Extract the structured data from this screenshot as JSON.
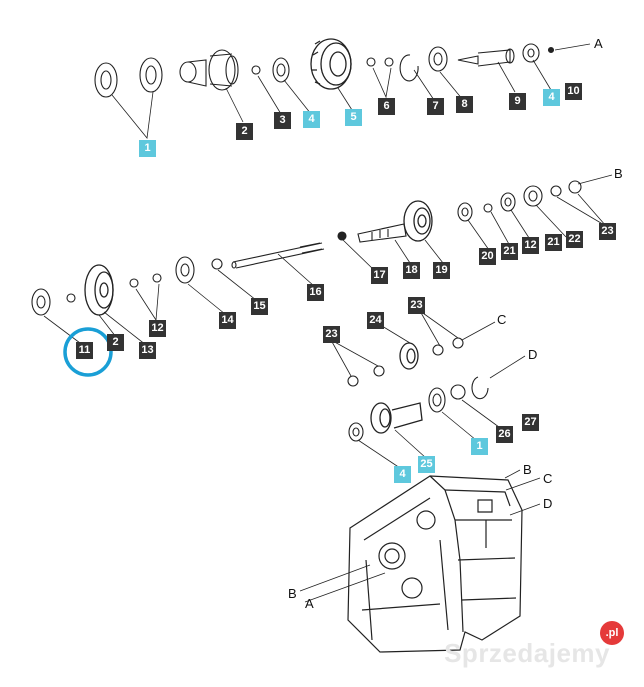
{
  "diagram": {
    "callouts": [
      {
        "id": "c1a",
        "text": "1",
        "accent": true
      },
      {
        "id": "c2a",
        "text": "2",
        "accent": false
      },
      {
        "id": "c3",
        "text": "3",
        "accent": false
      },
      {
        "id": "c4a",
        "text": "4",
        "accent": true
      },
      {
        "id": "c5",
        "text": "5",
        "accent": true
      },
      {
        "id": "c6",
        "text": "6",
        "accent": false
      },
      {
        "id": "c7",
        "text": "7",
        "accent": false
      },
      {
        "id": "c8",
        "text": "8",
        "accent": false
      },
      {
        "id": "c9",
        "text": "9",
        "accent": false
      },
      {
        "id": "c4b",
        "text": "4",
        "accent": true
      },
      {
        "id": "c10",
        "text": "10",
        "accent": false
      },
      {
        "id": "c20",
        "text": "20",
        "accent": false
      },
      {
        "id": "c21a",
        "text": "21",
        "accent": false
      },
      {
        "id": "c12a",
        "text": "12",
        "accent": false
      },
      {
        "id": "c21b",
        "text": "21",
        "accent": false
      },
      {
        "id": "c22",
        "text": "22",
        "accent": false
      },
      {
        "id": "c23a",
        "text": "23",
        "accent": false
      },
      {
        "id": "c19",
        "text": "19",
        "accent": false
      },
      {
        "id": "c18",
        "text": "18",
        "accent": false
      },
      {
        "id": "c17",
        "text": "17",
        "accent": false
      },
      {
        "id": "c16",
        "text": "16",
        "accent": false
      },
      {
        "id": "c15",
        "text": "15",
        "accent": false
      },
      {
        "id": "c14",
        "text": "14",
        "accent": false
      },
      {
        "id": "c12b",
        "text": "12",
        "accent": false
      },
      {
        "id": "c13",
        "text": "13",
        "accent": false
      },
      {
        "id": "c2b",
        "text": "2",
        "accent": false
      },
      {
        "id": "c11",
        "text": "11",
        "accent": false
      },
      {
        "id": "c23b",
        "text": "23",
        "accent": false
      },
      {
        "id": "c24",
        "text": "24",
        "accent": false
      },
      {
        "id": "c23c",
        "text": "23",
        "accent": false
      },
      {
        "id": "c26",
        "text": "26",
        "accent": false
      },
      {
        "id": "c27",
        "text": "27",
        "accent": false
      },
      {
        "id": "c1b",
        "text": "1",
        "accent": true
      },
      {
        "id": "c25",
        "text": "25",
        "accent": true
      },
      {
        "id": "c4c",
        "text": "4",
        "accent": true
      }
    ],
    "reference_letters": [
      {
        "id": "lA1",
        "text": "A"
      },
      {
        "id": "lB1",
        "text": "B"
      },
      {
        "id": "lC1",
        "text": "C"
      },
      {
        "id": "lD1",
        "text": "D"
      },
      {
        "id": "lB2",
        "text": "B"
      },
      {
        "id": "lC2",
        "text": "C"
      },
      {
        "id": "lD2",
        "text": "D"
      },
      {
        "id": "lB3",
        "text": "B"
      },
      {
        "id": "lA2",
        "text": "A"
      }
    ],
    "highlight_target": "11",
    "watermark": "Sprzedajemy",
    "watermark_badge": ".pl",
    "colors": {
      "accent": "#5ec8dd",
      "label": "#333333",
      "highlight": "#1a9fd6",
      "line": "#222222"
    }
  }
}
